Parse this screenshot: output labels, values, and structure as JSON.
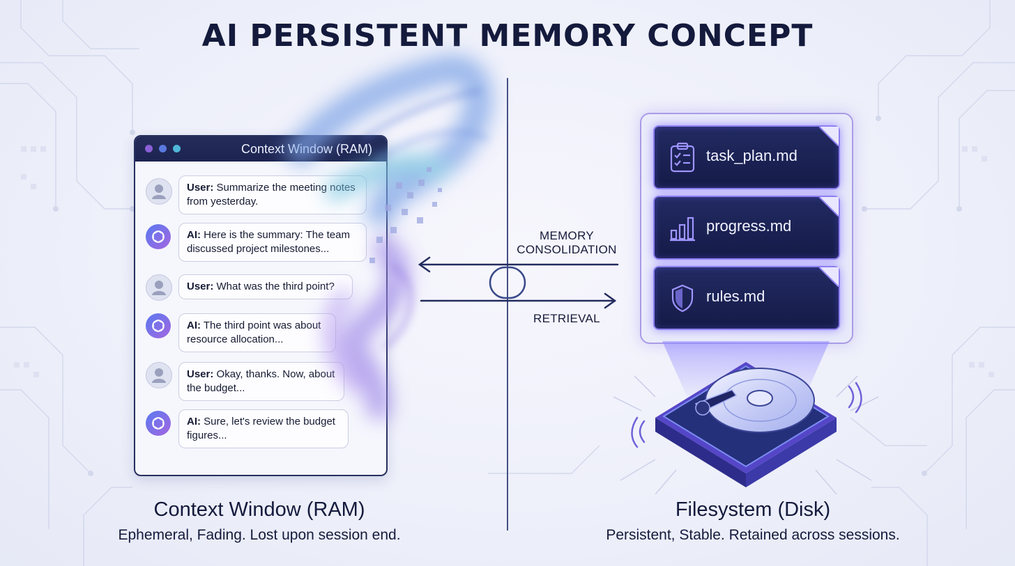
{
  "title": "AI PERSISTENT MEMORY CONCEPT",
  "context_window": {
    "window_title": "Context Window (RAM)",
    "messages": [
      {
        "role": "User:",
        "line1": " Summarize the meeting notes",
        "line2": "from yesterday."
      },
      {
        "role": "AI:",
        "line1": " Here is the summary: The team",
        "line2": "discussed project milestones..."
      },
      {
        "role": "User:",
        "line1": " What was the third point?",
        "line2": ""
      },
      {
        "role": "AI:",
        "line1": " The third point was about",
        "line2": "resource allocation..."
      },
      {
        "role": "User:",
        "line1": " Okay, thanks. Now, about",
        "line2": "the budget..."
      },
      {
        "role": "AI:",
        "line1": " Sure, let's review the budget",
        "line2": "figures..."
      }
    ],
    "caption_title": "Context Window (RAM)",
    "caption_sub": "Ephemeral, Fading. Lost upon session end."
  },
  "flow": {
    "consolidation_line1": "MEMORY",
    "consolidation_line2": "CONSOLIDATION",
    "retrieval": "RETRIEVAL"
  },
  "filesystem": {
    "files": [
      {
        "name": "task_plan.md",
        "icon": "clipboard-checklist-icon"
      },
      {
        "name": "progress.md",
        "icon": "bar-chart-icon"
      },
      {
        "name": "rules.md",
        "icon": "shield-icon"
      }
    ],
    "disk_icon": "hard-drive-icon",
    "caption_title": "Filesystem (Disk)",
    "caption_sub": "Persistent, Stable. Retained across sessions."
  },
  "colors": {
    "navy": "#141a3c",
    "file_card": "#1b2150",
    "glow": "#8d7ff0",
    "accent_purple": "#a366e0",
    "accent_blue": "#5a7af0"
  }
}
